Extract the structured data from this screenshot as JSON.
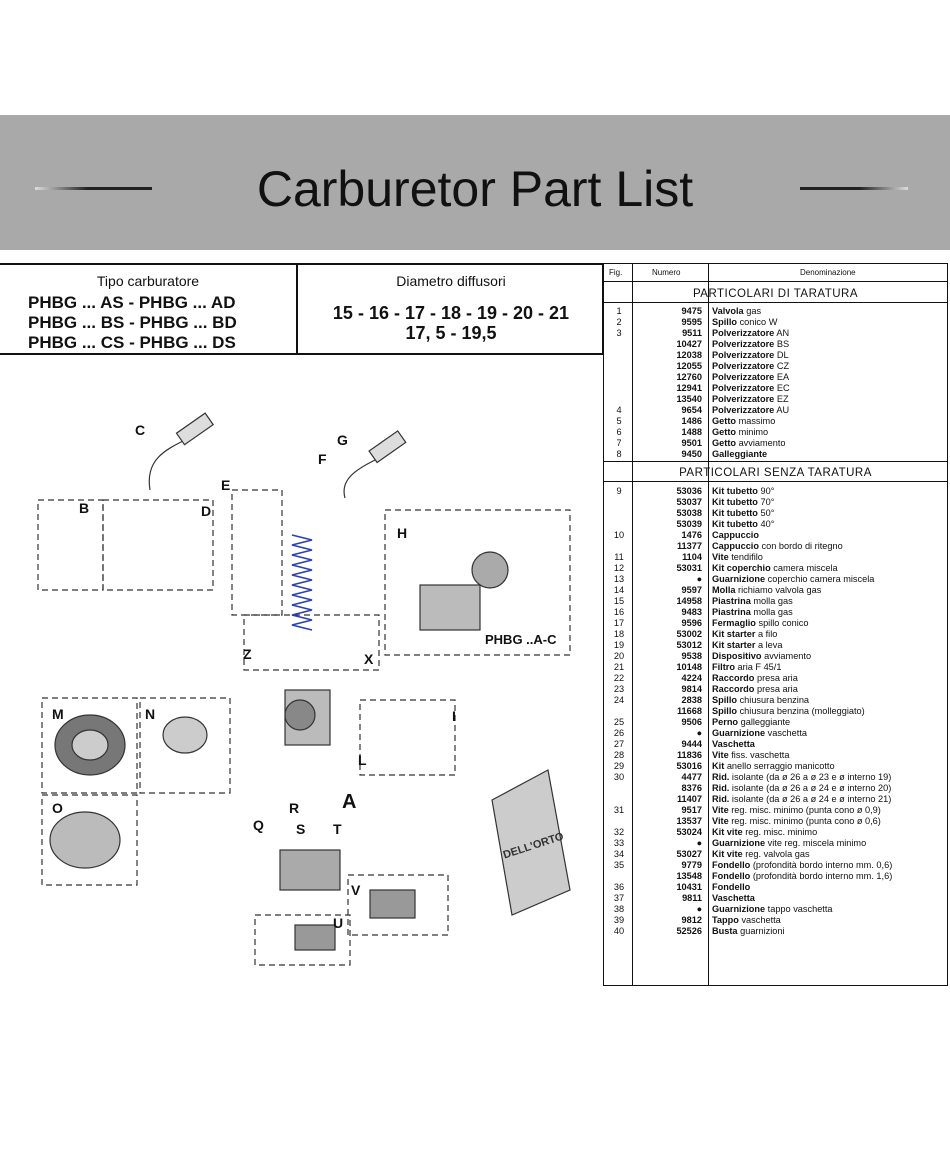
{
  "banner": {
    "title": "Carburetor Part List"
  },
  "spec": {
    "type_header": "Tipo carburatore",
    "diam_header": "Diametro diffusori",
    "models": [
      "PHBG ... AS - PHBG ... AD",
      "PHBG ... BS - PHBG ... BD",
      "PHBG ... CS - PHBG ... DS"
    ],
    "diameters": [
      "15 - 16 - 17 - 18 - 19 - 20 - 21",
      "17, 5 - 19,5"
    ]
  },
  "table": {
    "col_fig": "Fig.",
    "col_num": "Numero",
    "col_name": "Denominazione",
    "section1": "PARTICOLARI DI TARATURA",
    "section2": "PARTICOLARI SENZA TARATURA",
    "rows1": [
      {
        "fig": "1",
        "num": "9475",
        "b": "Valvola",
        "r": "gas"
      },
      {
        "fig": "2",
        "num": "9595",
        "b": "Spillo",
        "r": "conico W"
      },
      {
        "fig": "3",
        "num": "9511",
        "b": "Polverizzatore",
        "r": "AN"
      },
      {
        "fig": "",
        "num": "10427",
        "b": "Polverizzatore",
        "r": "BS"
      },
      {
        "fig": "",
        "num": "12038",
        "b": "Polverizzatore",
        "r": "DL"
      },
      {
        "fig": "",
        "num": "12055",
        "b": "Polverizzatore",
        "r": "CZ"
      },
      {
        "fig": "",
        "num": "12760",
        "b": "Polverizzatore",
        "r": "EA"
      },
      {
        "fig": "",
        "num": "12941",
        "b": "Polverizzatore",
        "r": "EC"
      },
      {
        "fig": "",
        "num": "13540",
        "b": "Polverizzatore",
        "r": "EZ"
      },
      {
        "fig": "4",
        "num": "9654",
        "b": "Polverizzatore",
        "r": "AU"
      },
      {
        "fig": "5",
        "num": "1486",
        "b": "Getto",
        "r": "massimo"
      },
      {
        "fig": "6",
        "num": "1488",
        "b": "Getto",
        "r": "minimo"
      },
      {
        "fig": "7",
        "num": "9501",
        "b": "Getto",
        "r": "avviamento"
      },
      {
        "fig": "8",
        "num": "9450",
        "b": "Galleggiante",
        "r": ""
      }
    ],
    "rows2": [
      {
        "fig": "9",
        "num": "53036",
        "b": "Kit tubetto",
        "r": "90°"
      },
      {
        "fig": "",
        "num": "53037",
        "b": "Kit tubetto",
        "r": "70°"
      },
      {
        "fig": "",
        "num": "53038",
        "b": "Kit tubetto",
        "r": "50°"
      },
      {
        "fig": "",
        "num": "53039",
        "b": "Kit tubetto",
        "r": "40°"
      },
      {
        "fig": "10",
        "num": "1476",
        "b": "Cappuccio",
        "r": ""
      },
      {
        "fig": "",
        "num": "11377",
        "b": "Cappuccio",
        "r": "con bordo di ritegno"
      },
      {
        "fig": "11",
        "num": "1104",
        "b": "Vite",
        "r": "tendifilo"
      },
      {
        "fig": "12",
        "num": "53031",
        "b": "Kit coperchio",
        "r": "camera miscela"
      },
      {
        "fig": "13",
        "num": "●",
        "b": "Guarnizione",
        "r": "coperchio camera miscela"
      },
      {
        "fig": "14",
        "num": "9597",
        "b": "Molla",
        "r": "richiamo valvola gas"
      },
      {
        "fig": "15",
        "num": "14958",
        "b": "Piastrina",
        "r": "molla gas"
      },
      {
        "fig": "16",
        "num": "9483",
        "b": "Piastrina",
        "r": "molla gas"
      },
      {
        "fig": "17",
        "num": "9596",
        "b": "Fermaglio",
        "r": "spillo conico"
      },
      {
        "fig": "18",
        "num": "53002",
        "b": "Kit starter",
        "r": "a filo"
      },
      {
        "fig": "19",
        "num": "53012",
        "b": "Kit starter",
        "r": "a leva"
      },
      {
        "fig": "20",
        "num": "9538",
        "b": "Dispositivo",
        "r": "avviamento"
      },
      {
        "fig": "21",
        "num": "10148",
        "b": "Filtro",
        "r": "aria F 45/1"
      },
      {
        "fig": "22",
        "num": "4224",
        "b": "Raccordo",
        "r": "presa aria"
      },
      {
        "fig": "23",
        "num": "9814",
        "b": "Raccordo",
        "r": "presa aria"
      },
      {
        "fig": "24",
        "num": "2838",
        "b": "Spillo",
        "r": "chiusura benzina"
      },
      {
        "fig": "",
        "num": "11668",
        "b": "Spillo",
        "r": "chiusura benzina (molleggiato)"
      },
      {
        "fig": "25",
        "num": "9506",
        "b": "Perno",
        "r": "galleggiante"
      },
      {
        "fig": "26",
        "num": "●",
        "b": "Guarnizione",
        "r": "vaschetta"
      },
      {
        "fig": "27",
        "num": "9444",
        "b": "Vaschetta",
        "r": ""
      },
      {
        "fig": "28",
        "num": "11836",
        "b": "Vite",
        "r": "fiss. vaschetta"
      },
      {
        "fig": "29",
        "num": "53016",
        "b": "Kit",
        "r": "anello serraggio manicotto"
      },
      {
        "fig": "30",
        "num": "4477",
        "b": "Rid.",
        "r": "isolante (da ø 26 a ø 23 e ø interno 19)"
      },
      {
        "fig": "",
        "num": "8376",
        "b": "Rid.",
        "r": "isolante (da ø 26 a ø 24 e ø interno 20)"
      },
      {
        "fig": "",
        "num": "11407",
        "b": "Rid.",
        "r": "isolante (da ø 26 a ø 24 e ø interno 21)"
      },
      {
        "fig": "31",
        "num": "9517",
        "b": "Vite",
        "r": "reg. misc. minimo (punta cono ø 0,9)"
      },
      {
        "fig": "",
        "num": "13537",
        "b": "Vite",
        "r": "reg. misc. minimo (punta cono ø 0,6)"
      },
      {
        "fig": "32",
        "num": "53024",
        "b": "Kit vite",
        "r": "reg. misc. minimo"
      },
      {
        "fig": "33",
        "num": "●",
        "b": "Guarnizione",
        "r": "vite reg. miscela minimo"
      },
      {
        "fig": "34",
        "num": "53027",
        "b": "Kit vite",
        "r": "reg. valvola gas"
      },
      {
        "fig": "35",
        "num": "9779",
        "b": "Fondello",
        "r": "(profondità bordo interno mm. 0,6)"
      },
      {
        "fig": "",
        "num": "13548",
        "b": "Fondello",
        "r": "(profondità bordo interno mm. 1,6)"
      },
      {
        "fig": "36",
        "num": "10431",
        "b": "Fondello",
        "r": ""
      },
      {
        "fig": "37",
        "num": "9811",
        "b": "Vaschetta",
        "r": ""
      },
      {
        "fig": "38",
        "num": "●",
        "b": "Guarnizione",
        "r": "tappo vaschetta"
      },
      {
        "fig": "39",
        "num": "9812",
        "b": "Tappo",
        "r": "vaschetta"
      },
      {
        "fig": "40",
        "num": "52526",
        "b": "Busta",
        "r": "guarnizioni"
      }
    ]
  },
  "diagram": {
    "labels": [
      "C",
      "G",
      "F",
      "E",
      "B",
      "D",
      "H",
      "Z",
      "X",
      "M",
      "N",
      "O",
      "A",
      "L",
      "I",
      "R",
      "Q",
      "S",
      "T",
      "V",
      "U"
    ],
    "model_label": "PHBG ..A-C",
    "box_label": "DELL'ORTO",
    "accent": "#2a3fb8"
  }
}
